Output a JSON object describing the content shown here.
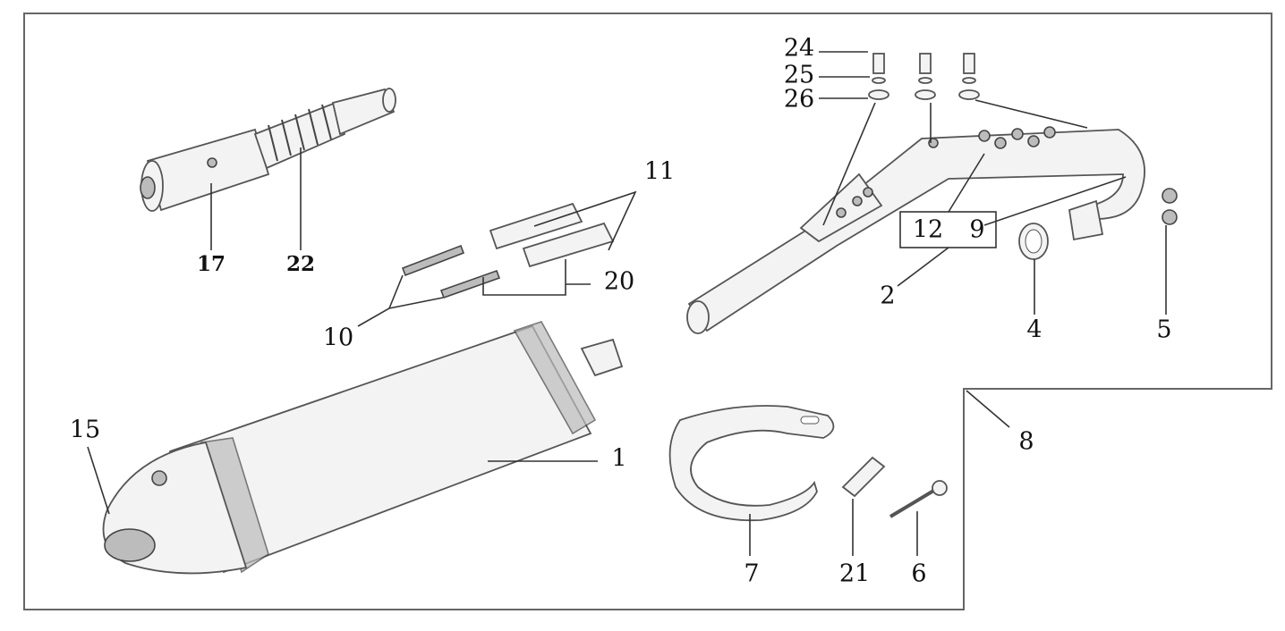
{
  "diagram": {
    "title": "Exhaust system exploded parts diagram",
    "labels": {
      "p1": "1",
      "p2": "2",
      "p4": "4",
      "p5": "5",
      "p6": "6",
      "p7": "7",
      "p8": "8",
      "p9": "9",
      "p10": "10",
      "p11": "11",
      "p12": "12",
      "p15": "15",
      "p17": "17",
      "p20": "20",
      "p21": "21",
      "p22": "22",
      "p24": "24",
      "p25": "25",
      "p26": "26"
    }
  }
}
